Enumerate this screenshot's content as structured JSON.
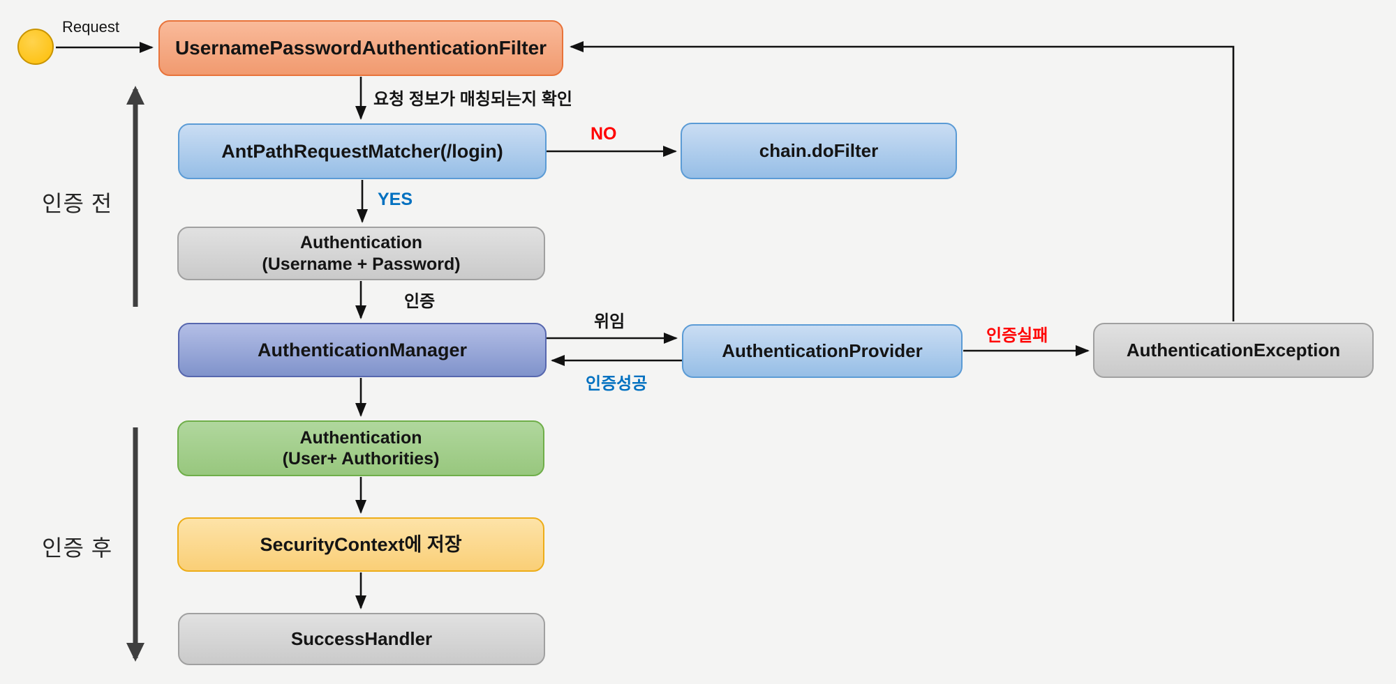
{
  "diagram": {
    "title_hint": "Spring Security UsernamePasswordAuthenticationFilter flow",
    "background": "#F4F4F3",
    "nodes": {
      "filter": {
        "label": "UsernamePasswordAuthenticationFilter",
        "color": "#F19A6F"
      },
      "matcher": {
        "label": "AntPathRequestMatcher(/login)",
        "color": "#96BEE6"
      },
      "chain": {
        "label": "chain.doFilter",
        "color": "#96BEE6"
      },
      "auth_userpass": {
        "line1": "Authentication",
        "line2": "(Username + Password)",
        "color": "#CACACA"
      },
      "manager": {
        "label": "AuthenticationManager",
        "color": "#8093CB"
      },
      "provider": {
        "label": "AuthenticationProvider",
        "color": "#96BEE6"
      },
      "exception": {
        "label": "AuthenticationException",
        "color": "#CACACA"
      },
      "auth_authorities": {
        "line1": "Authentication",
        "line2": "(User+ Authorities)",
        "color": "#98C77E"
      },
      "security_context": {
        "label_strong": "SecurityContext",
        "label_suffix": " 에 저장",
        "color": "#FACF77"
      },
      "success_handler": {
        "label": "SuccessHandler",
        "color": "#CACACA"
      }
    },
    "edge_labels": {
      "request": "Request",
      "match_check": "요청 정보가 매칭되는지 확인",
      "no": "NO",
      "yes": "YES",
      "authenticate": "인증",
      "delegate": "위임",
      "auth_success": "인증성공",
      "auth_fail": "인증실패"
    },
    "side_labels": {
      "before_auth": "인증 전",
      "after_auth": "인증 후"
    },
    "colors": {
      "negative": "#FF0000",
      "positive": "#0070C0",
      "start_circle": "#FDBE06",
      "arrow": "#111111",
      "side_arrow": "#3F3F3F"
    }
  }
}
